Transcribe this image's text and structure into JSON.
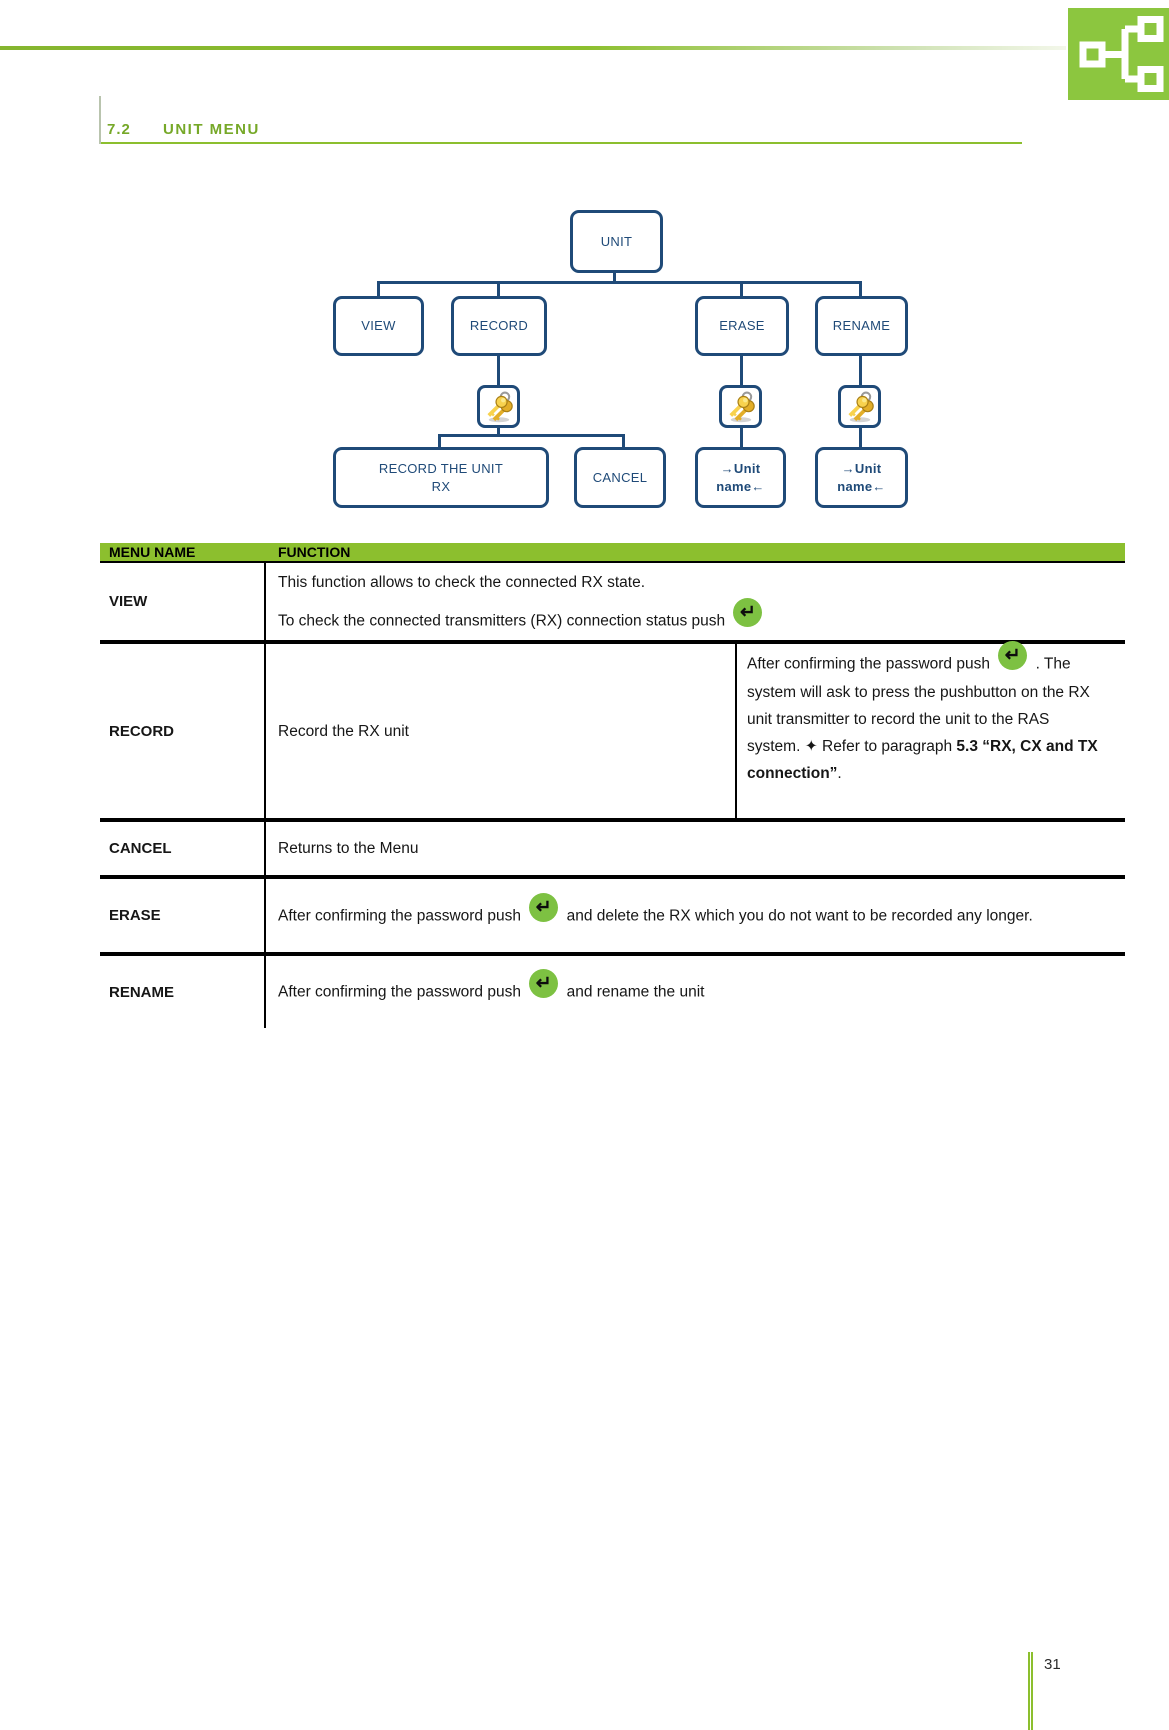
{
  "header": {
    "section_number": "7.2",
    "section_title": "UNIT MENU"
  },
  "icons": {
    "enter_glyph": "↵"
  },
  "diagram": {
    "unit": "UNIT",
    "view": "VIEW",
    "record": "RECORD",
    "erase": "ERASE",
    "rename": "RENAME",
    "record_the_unit_line1": "RECORD THE UNIT",
    "record_the_unit_line2": "RX",
    "cancel": "CANCEL",
    "unit_name_line1": "→Unit",
    "unit_name_line2": "name←"
  },
  "table": {
    "col_menu_name": "MENU NAME",
    "col_function": "FUNCTION",
    "view": {
      "name": "VIEW",
      "line1": "This function allows to check the connected RX state.",
      "line2_before_icon": "To check the connected transmitters (RX) connection status push"
    },
    "record": {
      "name": "RECORD",
      "function": "Record the RX unit",
      "note_before_icon": "After confirming the password push",
      "note_after_icon": ".",
      "note_body": "The system will ask to press the pushbutton on the RX unit transmitter to record the unit to the RAS system. ✦ Refer to paragraph",
      "note_bold": "5.3 “RX, CX and TX connection”",
      "note_end": "."
    },
    "cancel": {
      "name": "CANCEL",
      "function": "Returns to the Menu"
    },
    "erase": {
      "name": "ERASE",
      "before_icon": "After confirming the password push",
      "after_icon": "and delete the RX which you do not want to be recorded any longer."
    },
    "rename": {
      "name": "RENAME",
      "before_icon": "After confirming the password push",
      "after_icon": "and rename the unit"
    }
  },
  "footer": {
    "page_number": "31"
  }
}
